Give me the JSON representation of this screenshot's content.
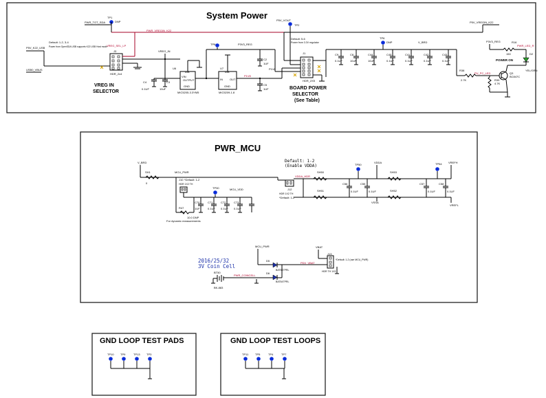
{
  "sections": {
    "system_power": {
      "title": "System Power"
    },
    "pwr_mcu": {
      "title": "PWR_MCU"
    },
    "gnd_pads": {
      "title": "GND LOOP TEST PADS"
    },
    "gnd_loops": {
      "title": "GND LOOP TEST LOOPS"
    }
  },
  "blocks": {
    "vreg_sel": [
      "VREG IN",
      "SELECTOR"
    ],
    "board_sel": [
      "BOARD POWER",
      "SELECTOR",
      "(See Table)"
    ],
    "coin": [
      "2016/25/32",
      "3V Coin Cell"
    ],
    "default_vdda": [
      "Default: 1-2",
      "(Enable VDDA)"
    ]
  },
  "nets": {
    "pwr_tgt_sda": "PWR_TGT_SDA",
    "pwr_vregin_k22": "PWR_VREGIN_K22",
    "p5v_k22_usb": "P5V_K22_USB",
    "usb0_vbus": "USB0_VBUS",
    "vreg_in": "VREG_IN",
    "p5v_vout": "P5V_VOUT",
    "p3v3_reg": "P3V3_REG",
    "p3v3": "P3V3",
    "v_brd": "V_BRD",
    "p5v_vregin_k22": "P5V_VREGIN_K22",
    "p3v3_reg2": "P3V3_REG",
    "pwr_led": "PWR_LED_R",
    "pu_pc_led": "PU_PC_LED",
    "mcu_pwr": "MCU_PWR",
    "vdda": "VDDA",
    "vrefh": "VREFH",
    "vrefl": "VREFL",
    "vssa": "VSSA",
    "vdda_hdr": "VDDA_HDR",
    "mcu_vdd": "MCU_VDD",
    "vbat": "VBAT",
    "pwr_vbat": "PDV_VBAT",
    "pwr_coincell": "PWR_COINCELL",
    "v_brd2": "V_BRD",
    "mcu_pwr2": "MCU_PWR"
  },
  "refs": {
    "tp1": "TP1",
    "tp2": "TP2",
    "tp8": "TP8",
    "tp6": "TP6",
    "j1": "J1",
    "j3": "J3",
    "u6": "U6",
    "u7": "U7",
    "c4": "C4",
    "c3": "C3",
    "c2": "C2",
    "c5": "C5",
    "c9": "C9",
    "c8": "C8",
    "c44": "C44",
    "c45": "C45",
    "c41": "C41",
    "c42": "C42",
    "c43": "C43",
    "r38": "R38",
    "r39": "R39",
    "r16": "R16",
    "q3": "Q3",
    "d2": "D2",
    "sh1": "SH1",
    "j10": "J10",
    "r47": "R47",
    "tp30": "TP30",
    "c70": "C70",
    "c71": "C71",
    "c72": "C72",
    "c73": "C73",
    "j12": "J12",
    "sh50": "SH50",
    "sh51": "SH51",
    "sh52": "SH52",
    "sh53": "SH53",
    "tp50": "TP50",
    "tp54": "TP54",
    "c55": "C55",
    "c56": "C56",
    "c57": "C57",
    "c58": "C58",
    "d5": "D5",
    "d6": "D6",
    "j13": "J13",
    "bt50": "BT50",
    "tp10": "TP10",
    "tp9": "TP9",
    "tp13": "TP13",
    "tp3": "TP3",
    "tp11": "TP11",
    "tp5": "TP5",
    "tp4": "TP4",
    "tp7": "TP7"
  },
  "values": {
    "dnp": "DNP",
    "u6_chip": [
      "TAB",
      "VIN",
      "OUTPUT",
      "GND"
    ],
    "u6_part": "MIC5205-3.3YM5",
    "u7_chip": [
      "TAB",
      "IN",
      "OUT",
      "GND"
    ],
    "u7_part": "MIC5209-1.8",
    "cap_01": "0.1UF",
    "cap_10": "10uF",
    "cap_1": "1UF",
    "hdr_2x4": "HDR_2x4",
    "hdr_2x5": "HDR_2X5",
    "r_27k": "2.7K",
    "r_4k7": "4.7K",
    "r_150": "150",
    "q_part": "BC847C",
    "d_part": "YEL/GRN",
    "power_on": "POWER ON",
    "zero": "0",
    "hdr_1x2": "HDR 1X2 TH",
    "r47_val": "10.0 DNP",
    "dynamic": "For dynamic measurements",
    "j12_def": "*Default: 1-2",
    "j10_def": "*Default: 1-2",
    "diode": "BAT54TPRL",
    "j13_def": "*Default: 1-2 (use MCU_PWR)",
    "hdr_1x3": "HDR TH 1X3",
    "bt_part": "BK-883",
    "j3_default": "Default: 1-2, 3-4",
    "j3_note": "Power from OpenSDA USB supports K22 USB Host mode",
    "j1_default": "Default: 5-6",
    "j1_note": "Power from 3.3V regulator"
  }
}
